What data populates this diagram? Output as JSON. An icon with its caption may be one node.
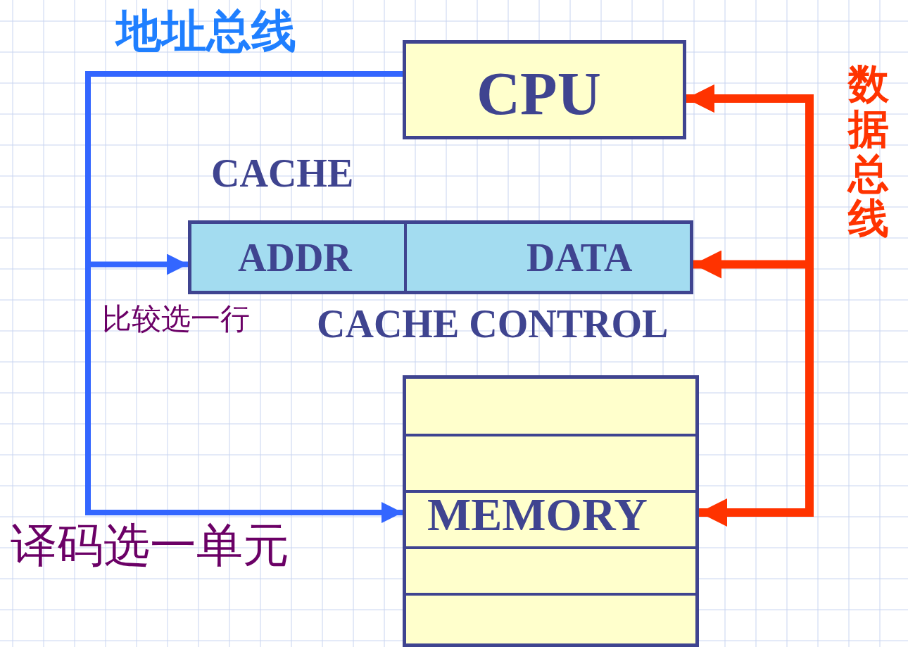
{
  "diagram": {
    "nodes": [
      {
        "text": [
          "CPU"
        ]
      },
      {
        "text": [
          "CACHE"
        ]
      },
      {
        "text": [
          "ADDR"
        ],
        "in": 1
      },
      {
        "text": [
          "DATA"
        ],
        "in": 1
      },
      {
        "text": [
          "MEMORY"
        ]
      }
    ],
    "edges": [
      {
        "from": 0,
        "to": 2,
        "arrow": "to",
        "label": "比较选一行",
        "color": "#3366ff"
      },
      {
        "from": 0,
        "to": 4,
        "arrow": "to",
        "label": "译码选一单元",
        "color": "#3366ff"
      },
      {
        "from": 0,
        "to": 3,
        "arrow": "both",
        "color": "#ff3300"
      },
      {
        "from": 0,
        "to": 4,
        "arrow": "both",
        "color": "#ff3300"
      }
    ],
    "labels": [
      "地址总线",
      "CACHE CONTROL",
      "数据总线"
    ]
  }
}
